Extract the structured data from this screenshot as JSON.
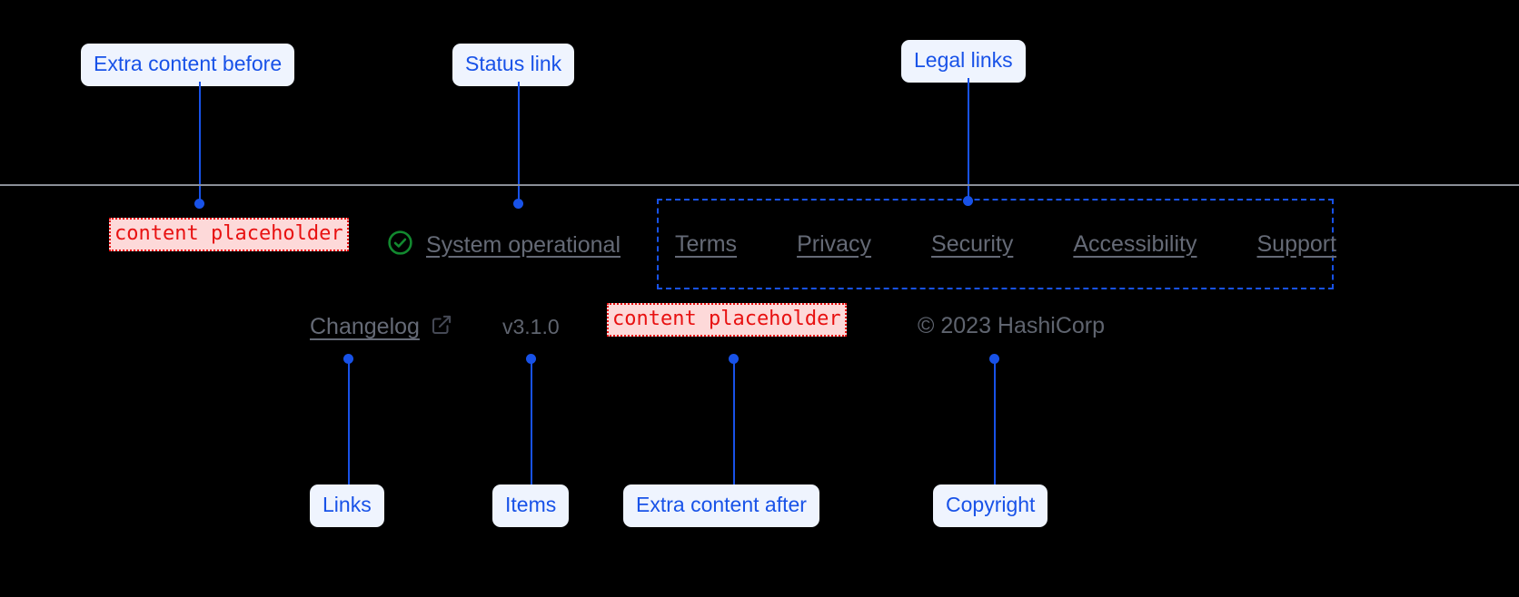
{
  "annotations": {
    "accent_color": "#1852e8",
    "pill_bg": "#eff4fe",
    "labels": {
      "extra_before": "Extra content before",
      "status_link": "Status link",
      "legal_links": "Legal links",
      "links": "Links",
      "items": "Items",
      "extra_after": "Extra content after",
      "copyright": "Copyright"
    }
  },
  "footer": {
    "placeholder_color": "#e81111",
    "placeholder_bg": "#fdd9d9",
    "link_color": "#656a76",
    "status_ok_color": "#12892f",
    "extra_content_before": "content placeholder",
    "extra_content_after": "content placeholder",
    "status": {
      "icon": "circle-check-icon",
      "label": "System operational"
    },
    "legal_links": [
      {
        "label": "Terms"
      },
      {
        "label": "Privacy"
      },
      {
        "label": "Security"
      },
      {
        "label": "Accessibility"
      },
      {
        "label": "Support"
      }
    ],
    "changelog": {
      "label": "Changelog",
      "icon": "external-link-icon"
    },
    "version": "v3.1.0",
    "copyright": "© 2023 HashiCorp"
  }
}
